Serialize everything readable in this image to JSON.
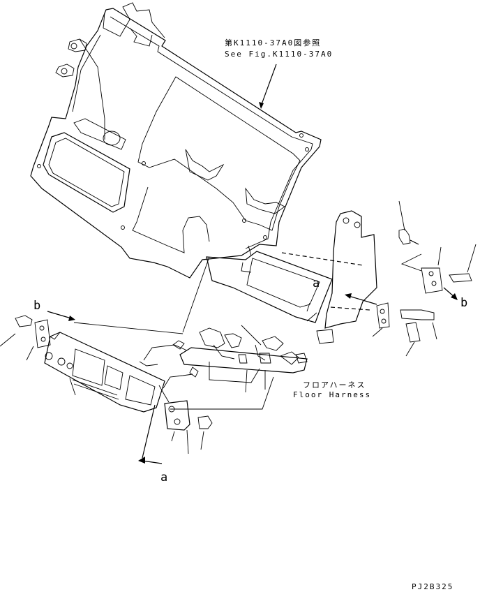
{
  "labels": {
    "ref_jp": "第K1110-37A0図参照",
    "ref_en": "See Fig.K1110-37A0",
    "harness_jp": "フロアハーネス",
    "harness_en": "Floor Harness",
    "view_a_upper": "a",
    "view_b_right": "b",
    "view_b_left": "b",
    "view_a_lower": "a",
    "drawing_no": "PJ2B325"
  }
}
